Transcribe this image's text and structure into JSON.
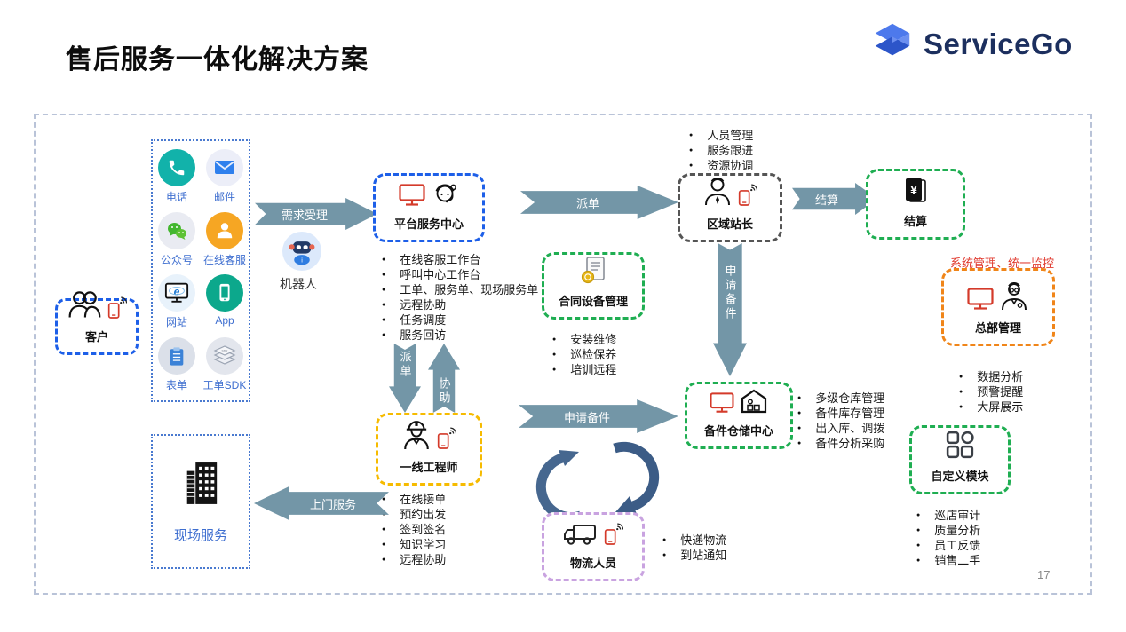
{
  "page": {
    "title": "售后服务一体化解决方案",
    "page_number": "17"
  },
  "logo": {
    "text": "ServiceGo"
  },
  "customer": {
    "label": "客户"
  },
  "channels": {
    "labels": [
      "电话",
      "邮件",
      "公众号",
      "在线客服",
      "网站",
      "App",
      "表单",
      "工单SDK"
    ]
  },
  "robot": {
    "label": "机器人"
  },
  "arrows": {
    "demand": "需求受理",
    "dispatch": "派单",
    "settle": "结算",
    "request_parts_vertical": "申请备件",
    "dispatch_down": "派单",
    "assist_up": "协助",
    "request_parts": "申请备件",
    "onsite": "上门服务"
  },
  "nodes": {
    "platform": {
      "label": "平台服务中心",
      "bullets": [
        "在线客服工作台",
        "呼叫中心工作台",
        "工单、服务单、现场服务单",
        "远程协助",
        "任务调度",
        "服务回访"
      ]
    },
    "regional": {
      "label": "区域站长",
      "bullets": [
        "人员管理",
        "服务跟进",
        "资源协调"
      ]
    },
    "settlement": {
      "label": "结算"
    },
    "contract": {
      "label": "合同设备管理",
      "bullets": [
        "安装维修",
        "巡检保养",
        "培训远程"
      ]
    },
    "hq": {
      "label": "总部管理",
      "note": "系统管理、统一监控",
      "bullets": [
        "数据分析",
        "预警提醒",
        "大屏展示"
      ]
    },
    "warehouse": {
      "label": "备件仓储中心",
      "bullets": [
        "多级仓库管理",
        "备件库存管理",
        "出入库、调拨",
        "备件分析采购"
      ]
    },
    "custom": {
      "label": "自定义模块",
      "bullets": [
        "巡店审计",
        "质量分析",
        "员工反馈",
        "销售二手"
      ]
    },
    "engineer": {
      "label": "一线工程师",
      "bullets": [
        "在线接单",
        "预约出发",
        "签到签名",
        "知识学习",
        "远程协助"
      ]
    },
    "logistics": {
      "label": "物流人员",
      "bullets": [
        "快递物流",
        "到站通知"
      ]
    },
    "onsite_service": {
      "label": "现场服务"
    }
  },
  "colors": {
    "box_blue": "#1d5fe8",
    "box_green": "#1fae52",
    "box_orange": "#f08519",
    "box_yellow": "#f6bb00",
    "box_purple": "#c9a3e0",
    "box_gray": "#555555",
    "arrow": "#7396a7",
    "cycle_arrow": "#46678f",
    "note_red": "#e03a2f",
    "logo_navy": "#1c2f5e",
    "label_blue": "#3f6fd0",
    "icon_red": "#d43a2a"
  }
}
